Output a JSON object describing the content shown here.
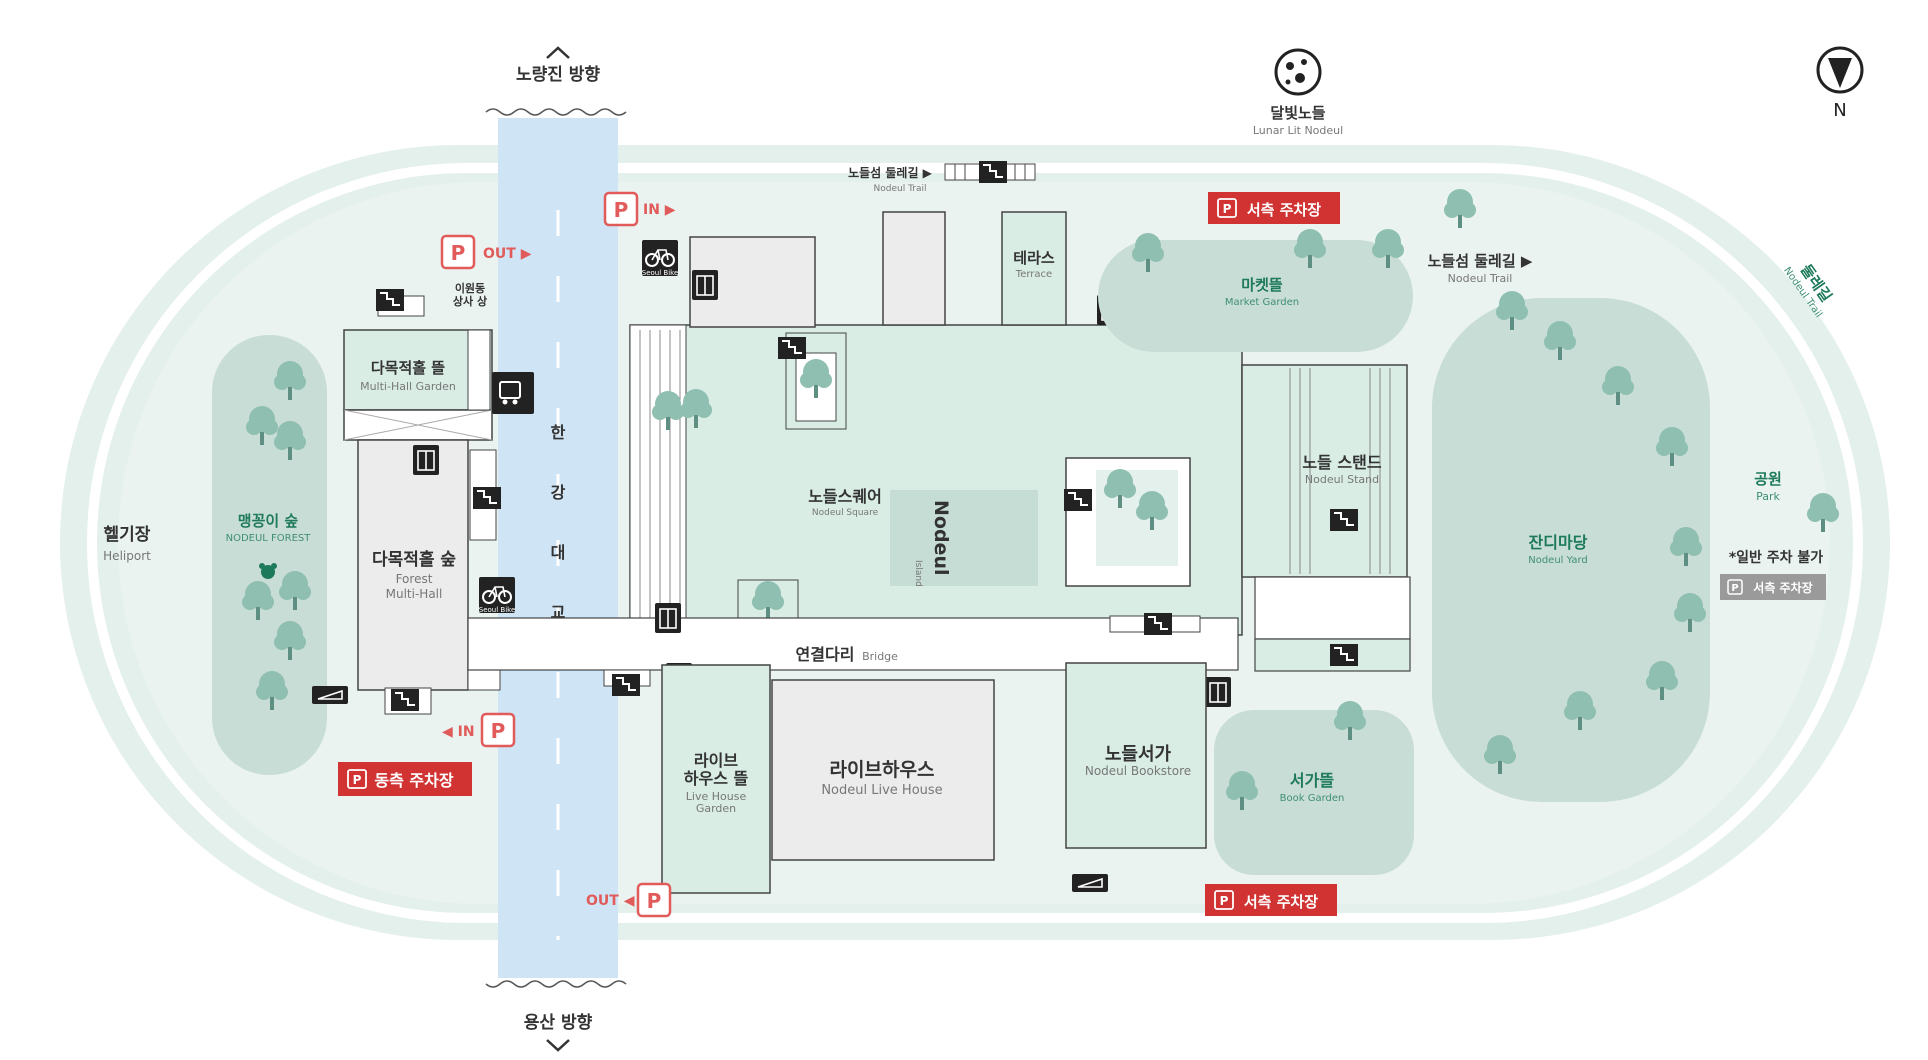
{
  "compass": {
    "label": "N"
  },
  "directions": {
    "north": "노량진 방향",
    "south": "용산 방향"
  },
  "moon": {
    "ko": "달빛노들",
    "en": "Lunar Lit Nodeul"
  },
  "heliport": {
    "ko": "헬기장",
    "en": "Heliport"
  },
  "forest": {
    "ko": "맹꽁이 숲",
    "en": "NODEUL FOREST"
  },
  "multi_hall_garden": {
    "ko": "다목적홀 뜰",
    "en": "Multi-Hall Garden"
  },
  "forest_multi_hall": {
    "ko": "다목적홀 숲",
    "en1": "Forest",
    "en2": "Multi-Hall"
  },
  "seoul_bike": "Seoul Bike",
  "lift_label": {
    "line1": "이원동",
    "line2": "상사 상"
  },
  "bridge_road": {
    "chars": [
      "한",
      "강",
      "대",
      "교"
    ]
  },
  "trail_top": {
    "ko": "노들섬 둘레길 ▶",
    "en": "Nodeul Trail"
  },
  "terrace": {
    "ko": "테라스",
    "en": "Terrace"
  },
  "market_garden": {
    "ko": "마켓뜰",
    "en": "Market Garden"
  },
  "nodeul_square": {
    "ko": "노들스퀘어",
    "en": "Nodeul Square"
  },
  "nodeul_island": {
    "ko": "Nodeul",
    "en": "Island"
  },
  "nodeul_stand": {
    "ko": "노들 스탠드",
    "en": "Nodeul Stand"
  },
  "bridge": {
    "ko": "연결다리",
    "en": "Bridge"
  },
  "live_house_garden": {
    "ko1": "라이브",
    "ko2": "하우스 뜰",
    "en1": "Live House",
    "en2": "Garden"
  },
  "live_house": {
    "ko": "라이브하우스",
    "en": "Nodeul Live House"
  },
  "bookstore": {
    "ko": "노들서가",
    "en": "Nodeul Bookstore"
  },
  "book_garden": {
    "ko": "서가뜰",
    "en": "Book Garden"
  },
  "trail_right": {
    "ko": "노들섬 둘레길 ▶",
    "en": "Nodeul Trail"
  },
  "lawn_yard": {
    "ko": "잔디마당",
    "en": "Nodeul Yard"
  },
  "park": {
    "ko": "공원",
    "en": "Park"
  },
  "no_parking": "*일반 주차 불가",
  "trail_vertical": {
    "ko": "둘레길",
    "en": "Nodeul Trail"
  },
  "parking": {
    "p_letter": "P",
    "in_top": "IN ▶",
    "out_top": "OUT ▶",
    "in_bottom": "◀ IN",
    "out_bottom": "OUT ◀",
    "west_top": "서측 주차장",
    "west_bottom": "서측 주차장",
    "east": "동측 주차장",
    "west_grey": "서측 주차장"
  },
  "colors": {
    "island_bg": "#e4f0ec",
    "building_mint": "#d9ede5",
    "building_grey": "#ececec",
    "river": "#cfe4f5",
    "tree": "#7fb3a5",
    "parking_red": "#d13333",
    "accent_green": "#1d7a5a"
  },
  "icons": [
    "compass-icon",
    "moon-icon",
    "parking-icon",
    "bike-icon",
    "food-truck-icon",
    "elevator-icon",
    "stairs-icon",
    "ramp-icon",
    "tree-icon"
  ]
}
